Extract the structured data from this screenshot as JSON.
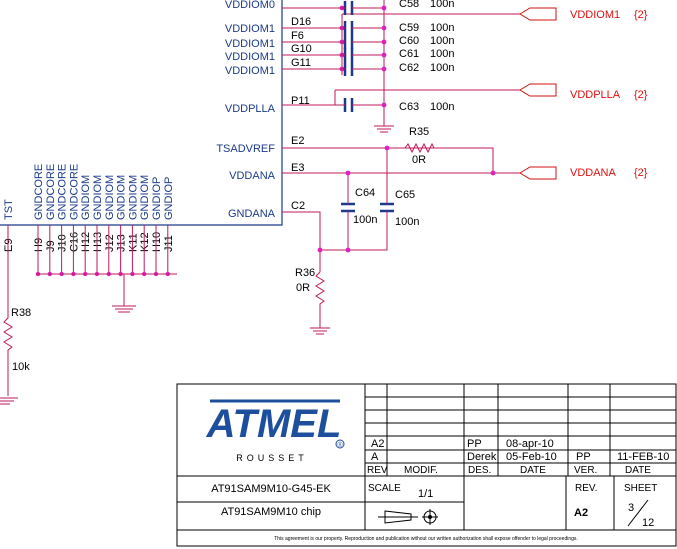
{
  "chip": {
    "right_pins": [
      {
        "signal": "VDDIOM0",
        "pin": ""
      },
      {
        "signal": "VDDIOM1",
        "pin": "D16"
      },
      {
        "signal": "VDDIOM1",
        "pin": "F6"
      },
      {
        "signal": "VDDIOM1",
        "pin": "G10"
      },
      {
        "signal": "VDDIOM1",
        "pin": "G11"
      },
      {
        "signal": "VDDPLLA",
        "pin": "P11"
      },
      {
        "signal": "TSADVREF",
        "pin": "E2"
      },
      {
        "signal": "VDDANA",
        "pin": "E3"
      },
      {
        "signal": "GNDANA",
        "pin": "C2"
      }
    ],
    "bottom_pins": [
      {
        "signal": "TST",
        "pin": "E9"
      },
      {
        "signal": "GNDCORE",
        "pin": "H9"
      },
      {
        "signal": "GNDCORE",
        "pin": "J9"
      },
      {
        "signal": "GNDCORE",
        "pin": "J10"
      },
      {
        "signal": "GNDCORE",
        "pin": "C16"
      },
      {
        "signal": "GNDIOM",
        "pin": "H12"
      },
      {
        "signal": "GNDIOM",
        "pin": "H13"
      },
      {
        "signal": "GNDIOM",
        "pin": "J12"
      },
      {
        "signal": "GNDIOM",
        "pin": "J13"
      },
      {
        "signal": "GNDIOM",
        "pin": "K11"
      },
      {
        "signal": "GNDIOM",
        "pin": "K12"
      },
      {
        "signal": "GNDIOP",
        "pin": "H10"
      },
      {
        "signal": "GNDIOP",
        "pin": "J11"
      }
    ]
  },
  "capacitors": [
    {
      "ref": "C58",
      "value": "100n"
    },
    {
      "ref": "C59",
      "value": "100n"
    },
    {
      "ref": "C60",
      "value": "100n"
    },
    {
      "ref": "C61",
      "value": "100n"
    },
    {
      "ref": "C62",
      "value": "100n"
    },
    {
      "ref": "C63",
      "value": "100n"
    },
    {
      "ref": "C64",
      "value": "100n"
    },
    {
      "ref": "C65",
      "value": "100n"
    }
  ],
  "resistors": [
    {
      "ref": "R35",
      "value": "0R"
    },
    {
      "ref": "R36",
      "value": "0R"
    },
    {
      "ref": "R38",
      "value": "10k"
    }
  ],
  "nets": [
    {
      "name": "VDDIOM1",
      "sheet": "{2}"
    },
    {
      "name": "VDDPLLA",
      "sheet": "{2}"
    },
    {
      "name": "VDDANA",
      "sheet": "{2}"
    }
  ],
  "title_block": {
    "logo_text": "ATMEL",
    "logo_sub": "ROUSSET",
    "registered_mark": "®",
    "doc_number": "AT91SAM9M10-G45-EK",
    "doc_title": "AT91SAM9M10 chip",
    "revisions": [
      {
        "rev": "A2",
        "modif": "",
        "des": "PP",
        "date": "08-apr-10",
        "ver": "",
        "vdate": ""
      },
      {
        "rev": "A",
        "modif": "",
        "des": "Derek",
        "date": "05-Feb-10",
        "ver": "PP",
        "vdate": "11-FEB-10"
      }
    ],
    "headers": {
      "rev": "REV",
      "modif": "MODIF.",
      "des": "DES.",
      "date": "DATE",
      "ver": "VER.",
      "vdate": "DATE"
    },
    "scale_label": "SCALE",
    "scale_value": "1/1",
    "rev_label": "REV.",
    "rev_value": "A2",
    "sheet_label": "SHEET",
    "sheet_num": "3",
    "sheet_total": "12",
    "footer": "This agreement is our property. Reproduction and publication without our written authorization shall expose offender to legal proceedings."
  }
}
